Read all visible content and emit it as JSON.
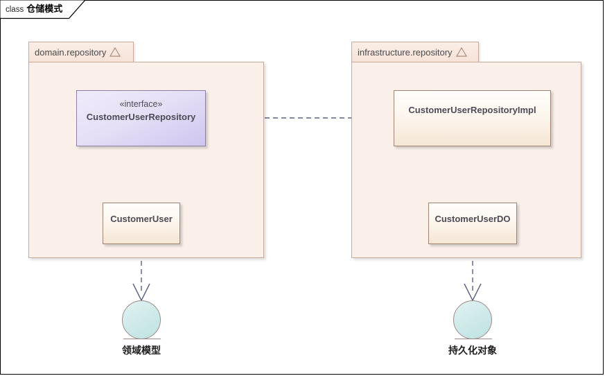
{
  "frame": {
    "keyword": "class",
    "title": "仓储模式"
  },
  "packages": [
    {
      "id": "domain-repository",
      "label": "domain.repository",
      "icon": "triangle-icon"
    },
    {
      "id": "infrastructure-repository",
      "label": "infrastructure.repository",
      "icon": "triangle-icon"
    }
  ],
  "nodes": {
    "interface": {
      "stereotype": "«interface»",
      "name": "CustomerUserRepository"
    },
    "impl": {
      "name": "CustomerUserRepositoryImpl"
    },
    "domain_entity": {
      "name": "CustomerUser"
    },
    "data_object": {
      "name": "CustomerUserDO"
    }
  },
  "annotations": [
    {
      "id": "domain-model",
      "label": "领域模型"
    },
    {
      "id": "persistent-object",
      "label": "持久化对象"
    }
  ],
  "colors": {
    "package_fill": "#faefe9",
    "package_tab_fill": "#f6e2d8",
    "package_stroke": "#c8a99a",
    "interface_fill": "#cfc6ef",
    "class_fill": "#f5e6d4",
    "class_stroke": "#9c8374",
    "circle_fill": "#cfe9e9",
    "connector_stroke": "#5a6080",
    "frame_stroke": "#000000"
  }
}
